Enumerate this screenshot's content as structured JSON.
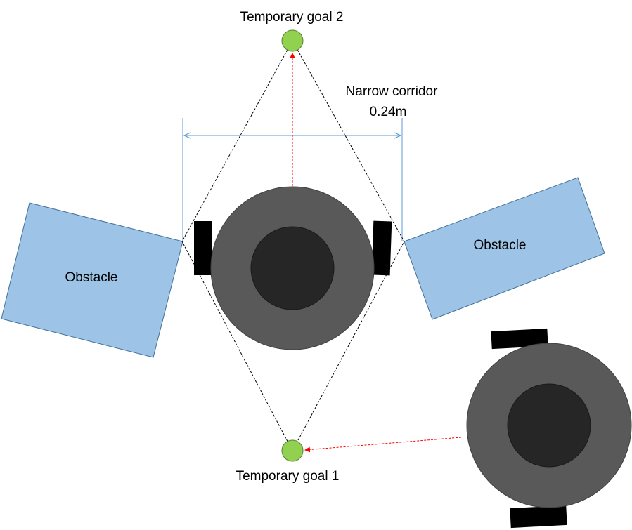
{
  "labels": {
    "goal2": "Temporary goal 2",
    "goal1": "Temporary goal 1",
    "corridor_line1": "Narrow corridor",
    "corridor_line2": "0.24m",
    "obstacle_left": "Obstacle",
    "obstacle_right": "Obstacle"
  },
  "colors": {
    "obstacle_fill": "#9dc3e6",
    "obstacle_stroke": "#41719c",
    "robot_body": "#595959",
    "robot_core": "#262626",
    "wheel": "#000000",
    "goal_fill": "#92d050",
    "goal_stroke": "#548235",
    "path_arrow": "#ff0000",
    "dimension_line": "#5b9bd5",
    "boundary_dashed": "#000000"
  }
}
